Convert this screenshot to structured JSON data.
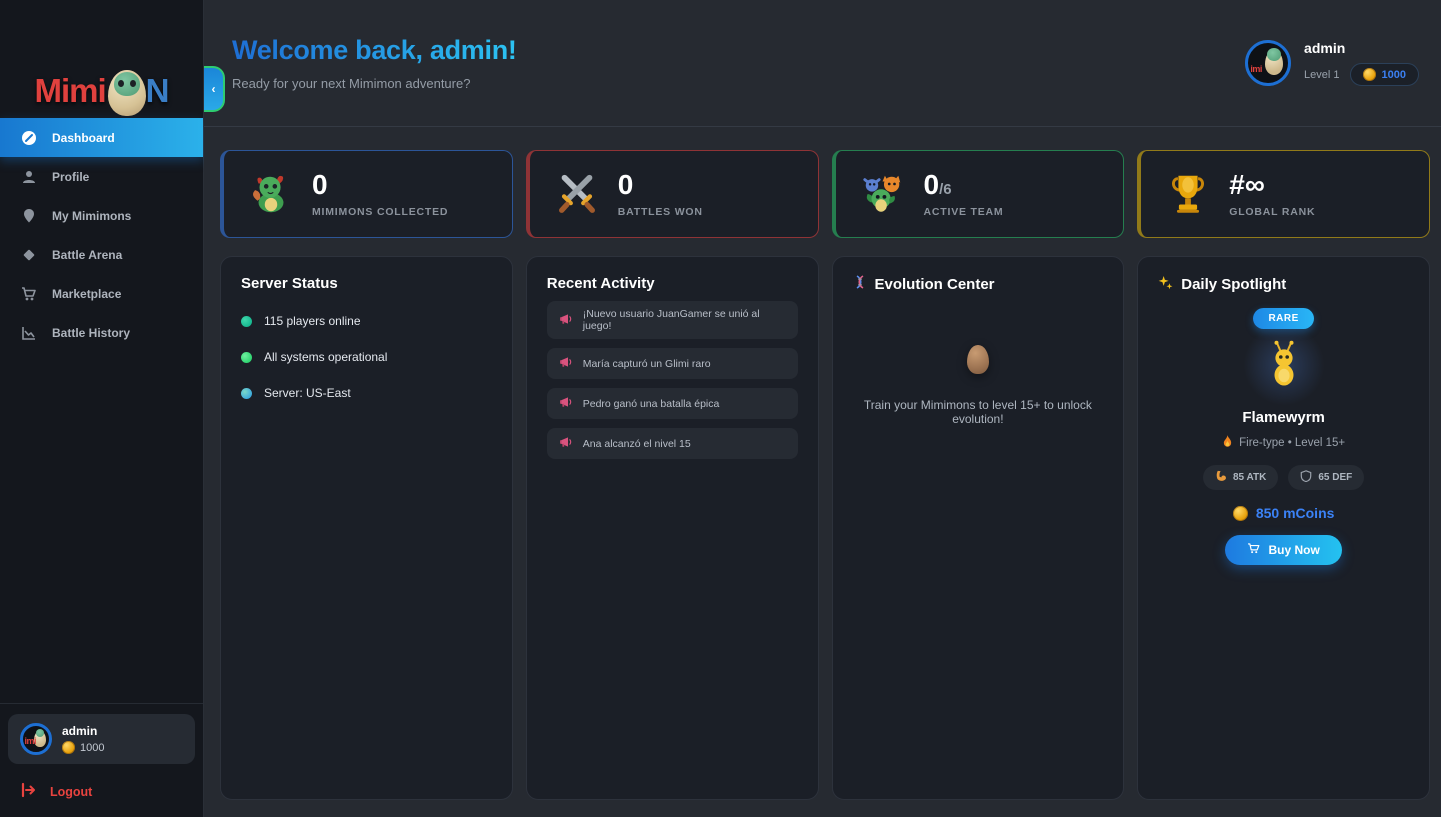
{
  "app": {
    "wordmark_left": "Mimi",
    "wordmark_right": "N"
  },
  "sidebar": {
    "items": [
      {
        "label": "Dashboard",
        "active": true
      },
      {
        "label": "Profile"
      },
      {
        "label": "My Mimimons"
      },
      {
        "label": "Battle Arena"
      },
      {
        "label": "Marketplace"
      },
      {
        "label": "Battle History"
      }
    ],
    "user_card": {
      "name": "admin",
      "coins": "1000"
    },
    "logout_label": "Logout"
  },
  "header": {
    "title": "Welcome back, admin!",
    "subtitle": "Ready for your next Mimimon adventure?",
    "collapse_glyph": "‹",
    "user": {
      "name": "admin",
      "level": "Level 1",
      "coins": "1000"
    }
  },
  "stats": [
    {
      "icon": "dragon-icon",
      "value": "0",
      "suffix": "",
      "label": "MIMIMONS COLLECTED",
      "accent": "#3b82f6"
    },
    {
      "icon": "crossed-swords-icon",
      "value": "0",
      "suffix": "",
      "label": "BATTLES WON",
      "accent": "#ef4444"
    },
    {
      "icon": "team-icon",
      "value": "0",
      "suffix": "/6",
      "label": "ACTIVE TEAM",
      "accent": "#2ecc71"
    },
    {
      "icon": "trophy-icon",
      "value": "#∞",
      "suffix": "",
      "label": "GLOBAL RANK",
      "accent": "#f2c40f"
    }
  ],
  "server_status": {
    "title": "Server Status",
    "items": [
      {
        "text": "115 players online",
        "color": "#17b890"
      },
      {
        "text": "All systems operational",
        "color": "#2fd571"
      },
      {
        "text": "Server: US-East",
        "color": "#3aa7dd"
      }
    ]
  },
  "recent_activity": {
    "title": "Recent Activity",
    "items": [
      {
        "text": "¡Nuevo usuario JuanGamer se unió al juego!"
      },
      {
        "text": "María capturó un Glimi raro"
      },
      {
        "text": "Pedro ganó una batalla épica"
      },
      {
        "text": "Ana alcanzó el nivel 15"
      }
    ]
  },
  "evolution_center": {
    "title": "Evolution Center",
    "message": "Train your Mimimons to level 15+ to unlock evolution!"
  },
  "daily_spotlight": {
    "title": "Daily Spotlight",
    "badge": "RARE",
    "name": "Flamewyrm",
    "type_line": "Fire-type • Level 15+",
    "atk": "85 ATK",
    "def": "65 DEF",
    "price": "850 mCoins",
    "buy_label": "Buy Now",
    "accent_blue": "#3b82f6"
  }
}
